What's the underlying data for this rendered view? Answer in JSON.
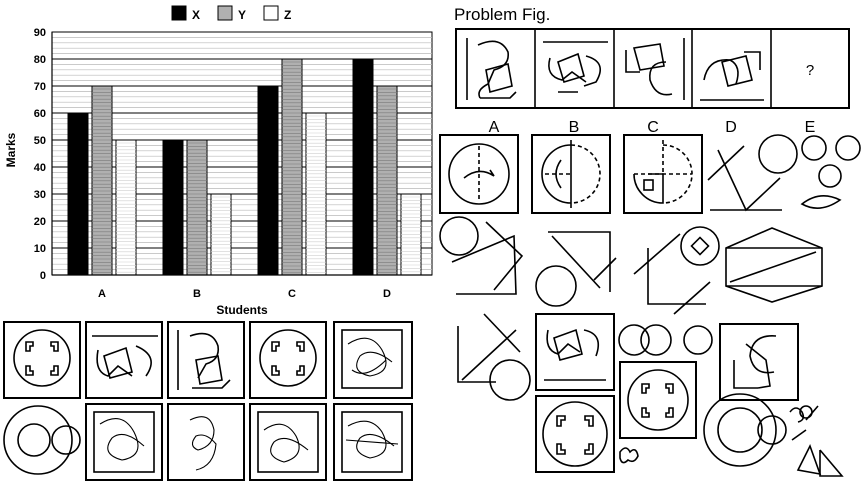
{
  "chart_data": {
    "type": "bar",
    "categories": [
      "A",
      "B",
      "C",
      "D"
    ],
    "series": [
      {
        "name": "X",
        "values": [
          60,
          50,
          70,
          80
        ],
        "color": "#000000"
      },
      {
        "name": "Y",
        "values": [
          70,
          50,
          80,
          70
        ],
        "color": "#b0b0b0"
      },
      {
        "name": "Z",
        "values": [
          50,
          30,
          60,
          30
        ],
        "color": "#ffffff"
      }
    ],
    "title": "",
    "xlabel": "Students",
    "ylabel": "Marks",
    "ylim": [
      0,
      90
    ],
    "yticks": [
      0,
      10,
      20,
      30,
      40,
      50,
      60,
      70,
      80,
      90
    ],
    "grid": true,
    "legend": "top-center"
  },
  "puzzle": {
    "title": "Problem Fig.",
    "question_mark": "?",
    "option_labels": [
      "A",
      "B",
      "C",
      "D",
      "E"
    ]
  }
}
